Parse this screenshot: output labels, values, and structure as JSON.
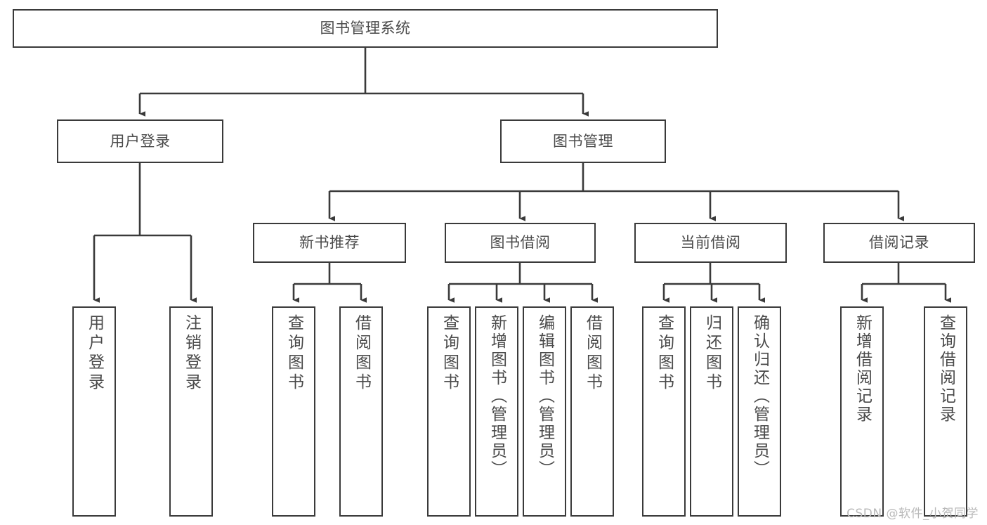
{
  "diagram": {
    "title": "图书管理系统",
    "type": "tree-hierarchy",
    "watermark": "CSDN @软件_小贺同学",
    "colors": {
      "background": "#ffffff",
      "box_border": "#3a3a3a",
      "box_fill": "#ffffff",
      "text": "#4a4a4a",
      "connector": "#3a3a3a",
      "watermark": "#b9b9b9"
    },
    "nodes": {
      "root": {
        "label": "图书管理系统",
        "level": 0,
        "orientation": "horizontal"
      },
      "l1": [
        {
          "id": "user-login",
          "label": "用户登录",
          "level": 1,
          "orientation": "horizontal"
        },
        {
          "id": "book-manage",
          "label": "图书管理",
          "level": 1,
          "orientation": "horizontal"
        }
      ],
      "l2": [
        {
          "id": "new-book-rec",
          "label": "新书推荐",
          "level": 2,
          "orientation": "horizontal",
          "parent": "book-manage"
        },
        {
          "id": "book-borrow",
          "label": "图书借阅",
          "level": 2,
          "orientation": "horizontal",
          "parent": "book-manage"
        },
        {
          "id": "current-borrow",
          "label": "当前借阅",
          "level": 2,
          "orientation": "horizontal",
          "parent": "book-manage"
        },
        {
          "id": "borrow-record",
          "label": "借阅记录",
          "level": 2,
          "orientation": "horizontal",
          "parent": "book-manage"
        }
      ],
      "leaves": [
        {
          "id": "leaf-user-login",
          "label": "用户登录",
          "parent": "user-login",
          "orientation": "vertical"
        },
        {
          "id": "leaf-logout",
          "label": "注销登录",
          "parent": "user-login",
          "orientation": "vertical"
        },
        {
          "id": "leaf-query-book-1",
          "label": "查询图书",
          "parent": "new-book-rec",
          "orientation": "vertical"
        },
        {
          "id": "leaf-borrow-book-1",
          "label": "借阅图书",
          "parent": "new-book-rec",
          "orientation": "vertical"
        },
        {
          "id": "leaf-query-book-2",
          "label": "查询图书",
          "parent": "book-borrow",
          "orientation": "vertical"
        },
        {
          "id": "leaf-add-book",
          "label": "新增图书（管理员）",
          "parent": "book-borrow",
          "orientation": "vertical"
        },
        {
          "id": "leaf-edit-book",
          "label": "编辑图书（管理员）",
          "parent": "book-borrow",
          "orientation": "vertical"
        },
        {
          "id": "leaf-borrow-book-2",
          "label": "借阅图书",
          "parent": "book-borrow",
          "orientation": "vertical"
        },
        {
          "id": "leaf-query-book-3",
          "label": "查询图书",
          "parent": "current-borrow",
          "orientation": "vertical"
        },
        {
          "id": "leaf-return-book",
          "label": "归还图书",
          "parent": "current-borrow",
          "orientation": "vertical"
        },
        {
          "id": "leaf-confirm-return",
          "label": "确认归还（管理员）",
          "parent": "current-borrow",
          "orientation": "vertical"
        },
        {
          "id": "leaf-add-record",
          "label": "新增借阅记录",
          "parent": "borrow-record",
          "orientation": "vertical"
        },
        {
          "id": "leaf-query-record",
          "label": "查询借阅记录",
          "parent": "borrow-record",
          "orientation": "vertical"
        }
      ]
    }
  }
}
